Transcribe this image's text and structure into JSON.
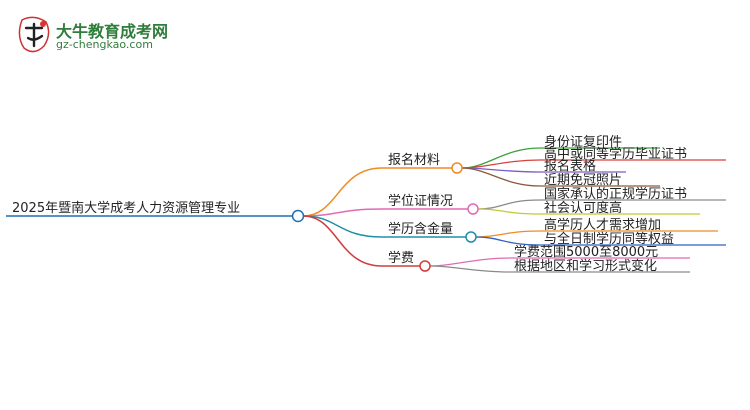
{
  "logo": {
    "title": "大牛教育成考网",
    "url": "gz-chengkao.com"
  },
  "mindmap": {
    "root": "2025年暨南大学成考人力资源管理专业",
    "branches": [
      {
        "label": "报名材料",
        "color": "#f08a24",
        "leaves": [
          {
            "text": "身份证复印件",
            "color": "#3aa13a"
          },
          {
            "text": "高中或同等学历毕业证书",
            "color": "#d9413b"
          },
          {
            "text": "报名表格",
            "color": "#7b5cc4"
          },
          {
            "text": "近期免冠照片",
            "color": "#8b5a3c"
          }
        ]
      },
      {
        "label": "学位证情况",
        "color": "#e06bb3",
        "leaves": [
          {
            "text": "国家承认的正规学历证书",
            "color": "#8a8a8a"
          },
          {
            "text": "社会认可度高",
            "color": "#c8c832"
          }
        ]
      },
      {
        "label": "学历含金量",
        "color": "#1f8fa8",
        "leaves": [
          {
            "text": "高学历人才需求增加",
            "color": "#f08a24"
          },
          {
            "text": "与全日制学历同等权益",
            "color": "#2f5fbf"
          }
        ]
      },
      {
        "label": "学费",
        "color": "#d23b3b",
        "leaves": [
          {
            "text": "学费范围5000至8000元",
            "color": "#e06bb3"
          },
          {
            "text": "根据地区和学习形式变化",
            "color": "#8a8a8a"
          }
        ]
      }
    ]
  }
}
